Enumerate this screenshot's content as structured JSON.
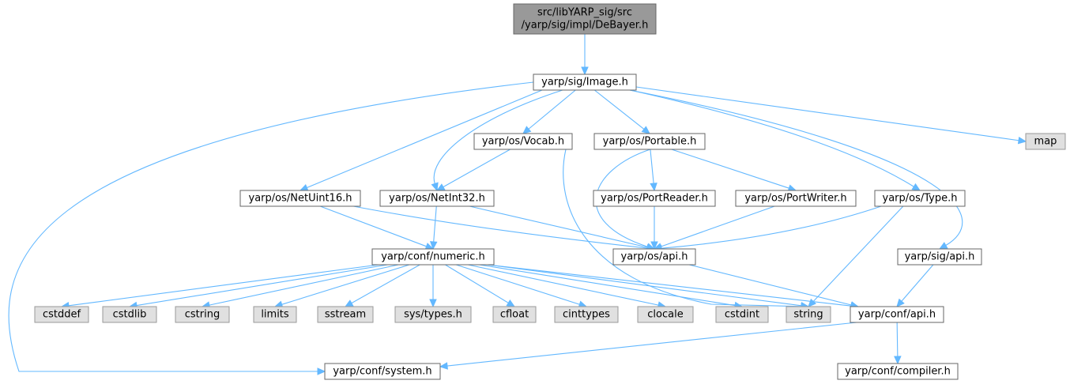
{
  "diagram": {
    "type": "include-dependency-graph",
    "colors": {
      "root_fill": "#999999",
      "node_fill": "#ffffff",
      "external_fill": "#e0e0e0",
      "edge": "#63b8ff",
      "border": "#666666"
    },
    "nodes": [
      {
        "id": "root",
        "lines": [
          "src/libYARP_sig/src",
          "/yarp/sig/impl/DeBayer.h"
        ],
        "kind": "root"
      },
      {
        "id": "image",
        "lines": [
          "yarp/sig/Image.h"
        ],
        "kind": "normal"
      },
      {
        "id": "vocab",
        "lines": [
          "yarp/os/Vocab.h"
        ],
        "kind": "normal"
      },
      {
        "id": "portable",
        "lines": [
          "yarp/os/Portable.h"
        ],
        "kind": "normal"
      },
      {
        "id": "map",
        "lines": [
          "map"
        ],
        "kind": "external"
      },
      {
        "id": "netuint16",
        "lines": [
          "yarp/os/NetUint16.h"
        ],
        "kind": "normal"
      },
      {
        "id": "netint32",
        "lines": [
          "yarp/os/NetInt32.h"
        ],
        "kind": "normal"
      },
      {
        "id": "portreader",
        "lines": [
          "yarp/os/PortReader.h"
        ],
        "kind": "normal"
      },
      {
        "id": "portwriter",
        "lines": [
          "yarp/os/PortWriter.h"
        ],
        "kind": "normal"
      },
      {
        "id": "type",
        "lines": [
          "yarp/os/Type.h"
        ],
        "kind": "normal"
      },
      {
        "id": "numeric",
        "lines": [
          "yarp/conf/numeric.h"
        ],
        "kind": "normal"
      },
      {
        "id": "osapi",
        "lines": [
          "yarp/os/api.h"
        ],
        "kind": "normal"
      },
      {
        "id": "sigapi",
        "lines": [
          "yarp/sig/api.h"
        ],
        "kind": "normal"
      },
      {
        "id": "cstddef",
        "lines": [
          "cstddef"
        ],
        "kind": "external"
      },
      {
        "id": "cstdlib",
        "lines": [
          "cstdlib"
        ],
        "kind": "external"
      },
      {
        "id": "cstring",
        "lines": [
          "cstring"
        ],
        "kind": "external"
      },
      {
        "id": "limits",
        "lines": [
          "limits"
        ],
        "kind": "external"
      },
      {
        "id": "sstream",
        "lines": [
          "sstream"
        ],
        "kind": "external"
      },
      {
        "id": "systypes",
        "lines": [
          "sys/types.h"
        ],
        "kind": "external"
      },
      {
        "id": "cfloat",
        "lines": [
          "cfloat"
        ],
        "kind": "external"
      },
      {
        "id": "cinttypes",
        "lines": [
          "cinttypes"
        ],
        "kind": "external"
      },
      {
        "id": "clocale",
        "lines": [
          "clocale"
        ],
        "kind": "external"
      },
      {
        "id": "cstdint",
        "lines": [
          "cstdint"
        ],
        "kind": "external"
      },
      {
        "id": "string",
        "lines": [
          "string"
        ],
        "kind": "external"
      },
      {
        "id": "confapi",
        "lines": [
          "yarp/conf/api.h"
        ],
        "kind": "normal"
      },
      {
        "id": "system",
        "lines": [
          "yarp/conf/system.h"
        ],
        "kind": "normal"
      },
      {
        "id": "compiler",
        "lines": [
          "yarp/conf/compiler.h"
        ],
        "kind": "normal"
      }
    ],
    "edges": [
      {
        "from": "root",
        "to": "image"
      },
      {
        "from": "image",
        "to": "system"
      },
      {
        "from": "image",
        "to": "netuint16"
      },
      {
        "from": "image",
        "to": "netint32"
      },
      {
        "from": "image",
        "to": "vocab"
      },
      {
        "from": "image",
        "to": "portable"
      },
      {
        "from": "image",
        "to": "type"
      },
      {
        "from": "image",
        "to": "sigapi"
      },
      {
        "from": "image",
        "to": "map"
      },
      {
        "from": "vocab",
        "to": "netint32"
      },
      {
        "from": "vocab",
        "to": "string"
      },
      {
        "from": "portable",
        "to": "osapi"
      },
      {
        "from": "portable",
        "to": "portreader"
      },
      {
        "from": "portable",
        "to": "portwriter"
      },
      {
        "from": "netuint16",
        "to": "numeric"
      },
      {
        "from": "netuint16",
        "to": "osapi"
      },
      {
        "from": "netint32",
        "to": "numeric"
      },
      {
        "from": "netint32",
        "to": "osapi"
      },
      {
        "from": "portreader",
        "to": "osapi"
      },
      {
        "from": "portwriter",
        "to": "osapi"
      },
      {
        "from": "type",
        "to": "osapi"
      },
      {
        "from": "type",
        "to": "string"
      },
      {
        "from": "numeric",
        "to": "cstddef"
      },
      {
        "from": "numeric",
        "to": "cstdlib"
      },
      {
        "from": "numeric",
        "to": "cstring"
      },
      {
        "from": "numeric",
        "to": "limits"
      },
      {
        "from": "numeric",
        "to": "sstream"
      },
      {
        "from": "numeric",
        "to": "systypes"
      },
      {
        "from": "numeric",
        "to": "cfloat"
      },
      {
        "from": "numeric",
        "to": "cinttypes"
      },
      {
        "from": "numeric",
        "to": "clocale"
      },
      {
        "from": "numeric",
        "to": "cstdint"
      },
      {
        "from": "numeric",
        "to": "string"
      },
      {
        "from": "numeric",
        "to": "confapi"
      },
      {
        "from": "osapi",
        "to": "confapi"
      },
      {
        "from": "sigapi",
        "to": "confapi"
      },
      {
        "from": "confapi",
        "to": "system"
      },
      {
        "from": "confapi",
        "to": "compiler"
      }
    ]
  }
}
